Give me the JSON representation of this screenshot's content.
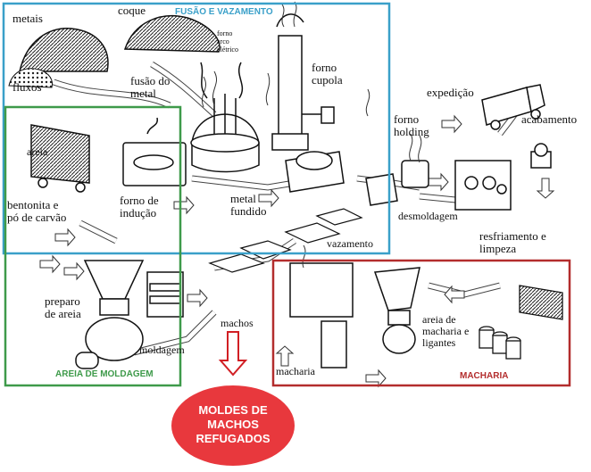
{
  "sections": {
    "fusao": {
      "title": "FUSÃO E VAZAMENTO",
      "color": "#3aa0c9"
    },
    "areia": {
      "title": "AREIA DE MOLDAGEM",
      "color": "#3e9a4a"
    },
    "macharia": {
      "title": "MACHARIA",
      "color": "#b32d2d"
    }
  },
  "labels": {
    "metais": "metais",
    "coque": "coque",
    "fluxos": "fluxos",
    "fusao_metal": "fusão do\nmetal",
    "forno_arco": "forno\narco\nelétrico",
    "forno_cupola": "forno\ncupola",
    "expedicao": "expedição",
    "acabamento": "acabamento",
    "forno_holding": "forno\nholding",
    "areia": "areia",
    "bentonita": "bentonita e\npó de carvão",
    "forno_inducao": "forno de\nindução",
    "metal_fundido": "metal\nfundido",
    "desmoldagem": "desmoldagem",
    "resfriamento": "resfriamento e\nlimpeza",
    "vazamento": "vazamento",
    "preparo_areia": "preparo\nde areia",
    "machos": "machos",
    "moldagem": "moldagem",
    "macharia_lbl": "macharia",
    "areia_macharia": "areia de\nmacharia e\nligantes"
  },
  "callout": {
    "text": "MOLDES DE\nMACHOS\nREFUGADOS",
    "color": "#e8383d"
  }
}
